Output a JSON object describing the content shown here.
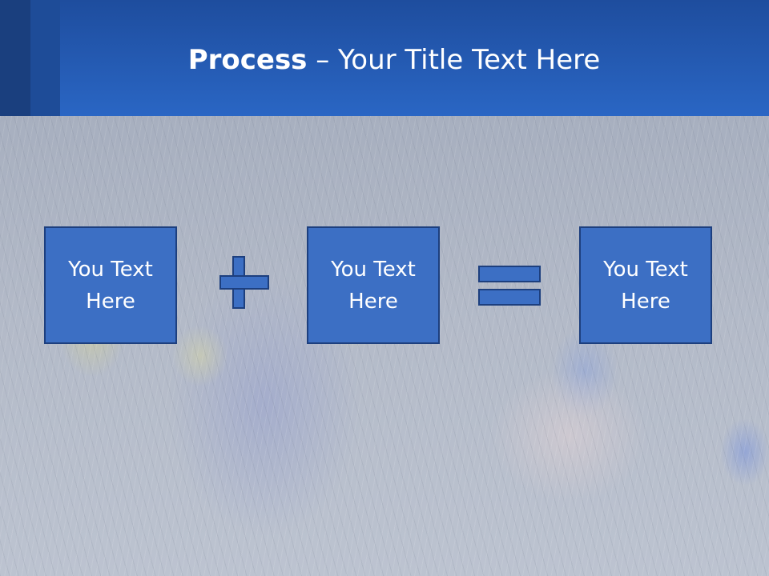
{
  "slide": {
    "title_bold": "Process",
    "title_rest": " – Your Title Text Here"
  },
  "process": {
    "boxes": [
      {
        "label": "You Text\nHere"
      },
      {
        "label": "You Text\nHere"
      },
      {
        "label": "You Text\nHere"
      }
    ],
    "operators": [
      "plus-icon",
      "equals-icon"
    ]
  },
  "colors": {
    "header": "#2a66c4",
    "box_fill": "#3c6fc4",
    "box_border": "#1d3f7e",
    "text": "#ffffff"
  }
}
